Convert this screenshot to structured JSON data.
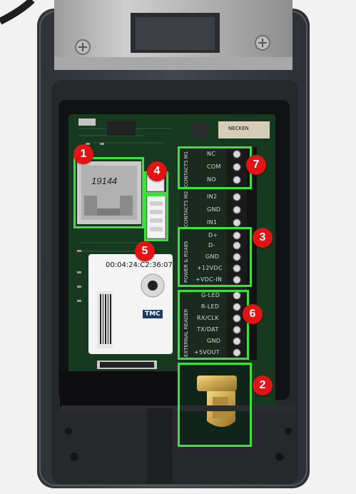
{
  "photo": {
    "subject": "Open housing with controller circuit board and terminal blocks",
    "colors": {
      "highlight": "#3ee03e",
      "marker": "#e01414",
      "pcb": "#17391f",
      "housing": "#3a3d42",
      "label_white": "#f4f4f4"
    }
  },
  "markers": [
    "1",
    "2",
    "3",
    "4",
    "5",
    "6",
    "7"
  ],
  "board_text": {
    "jack_number": "19144",
    "mac_label": "00:04:24:C2:36:07",
    "tmc": "TMC",
    "contacts_m1": {
      "side": "CONTACTS M1",
      "pins": [
        "NC",
        "COM",
        "NO"
      ]
    },
    "contacts_m2": {
      "side": "CONTACTS M2",
      "pins": [
        "IN2",
        "GND",
        "IN1"
      ]
    },
    "power_rs485": {
      "side": "POWER & RS485",
      "pins": [
        "D+",
        "D-",
        "GND",
        "+12VDC",
        "+VDC-IN"
      ]
    },
    "reader": {
      "side": "EXTERNAL READER",
      "pins": [
        "G-LED",
        "R-LED",
        "RX/CLK",
        "TX/DAT",
        "GND",
        "+5VOUT"
      ]
    },
    "top_right": "NECKEN"
  }
}
